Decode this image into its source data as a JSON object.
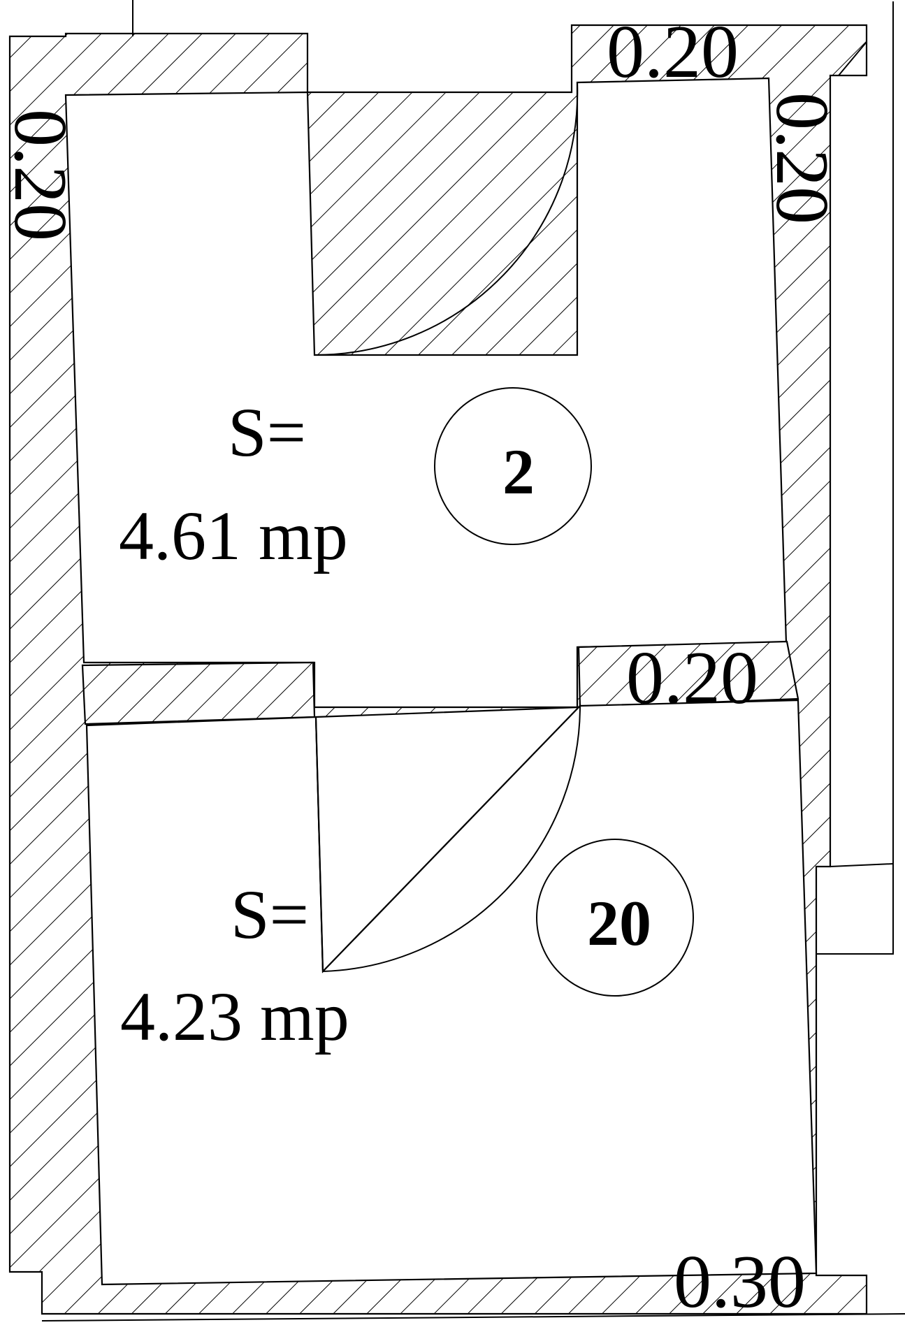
{
  "dimensions": {
    "top_wall": "0.20",
    "left_wall": "0.20",
    "right_wall": "0.20",
    "middle_wall": "0.20",
    "bottom_wall": "0.30"
  },
  "rooms": [
    {
      "number": "2",
      "area_label": "S=",
      "area_value": "4.61 mp"
    },
    {
      "number": "20",
      "area_label": "S=",
      "area_value": "4.23 mp"
    }
  ]
}
